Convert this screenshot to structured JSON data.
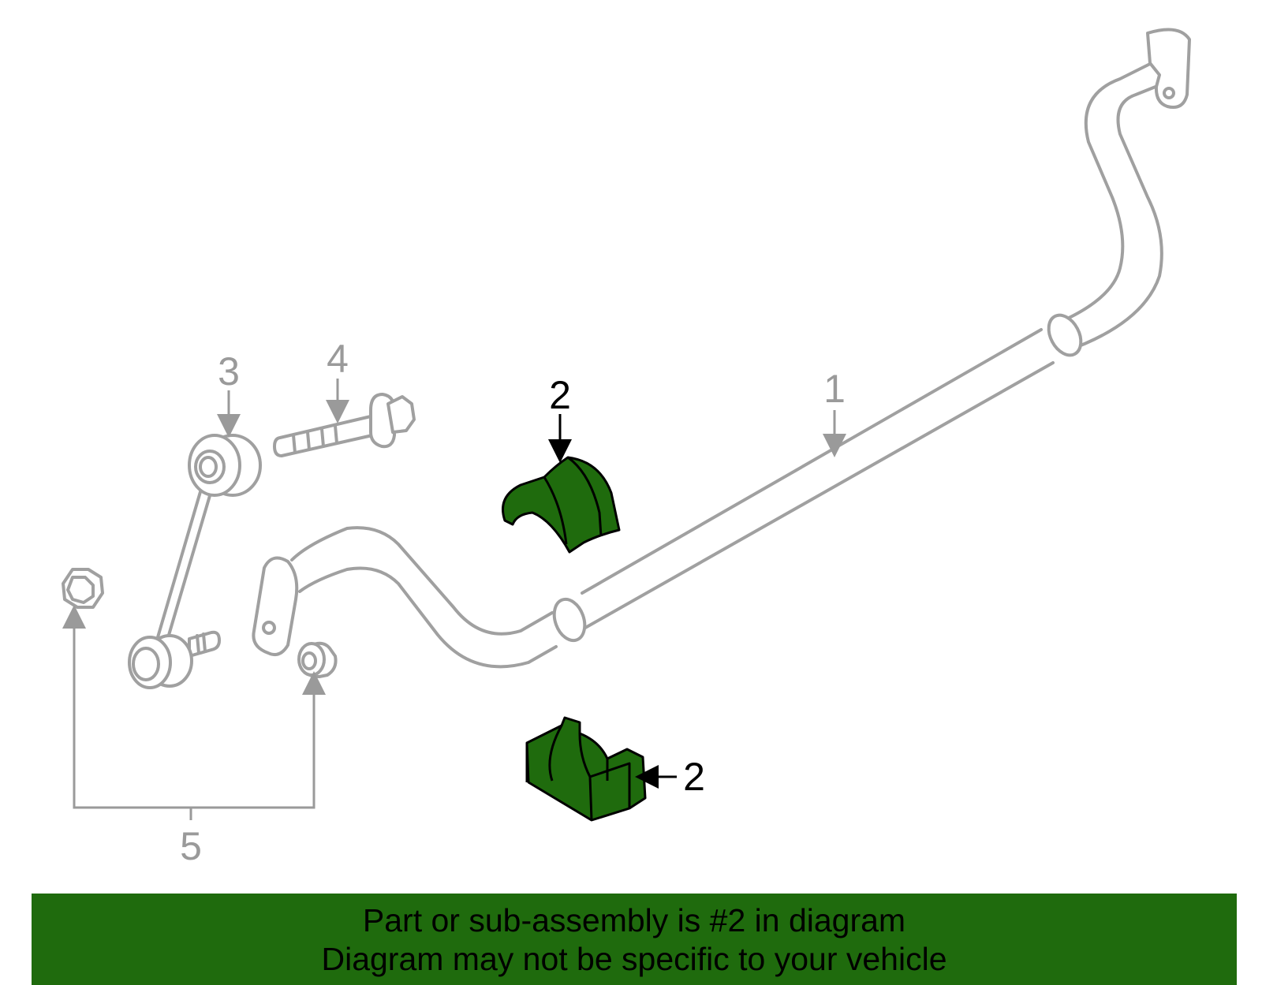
{
  "callouts": {
    "stabilizer_bar": "1",
    "bushing_upper": "2",
    "bushing_lower": "2",
    "link": "3",
    "bolt": "4",
    "nut": "5"
  },
  "banner": {
    "line1": "Part or sub-assembly is #2 in diagram",
    "line2": "Diagram may not be specific to your vehicle"
  },
  "colors": {
    "highlight": "#1f6b0d",
    "outline": "#a0a0a0",
    "banner_background": "#1f6b0d"
  }
}
